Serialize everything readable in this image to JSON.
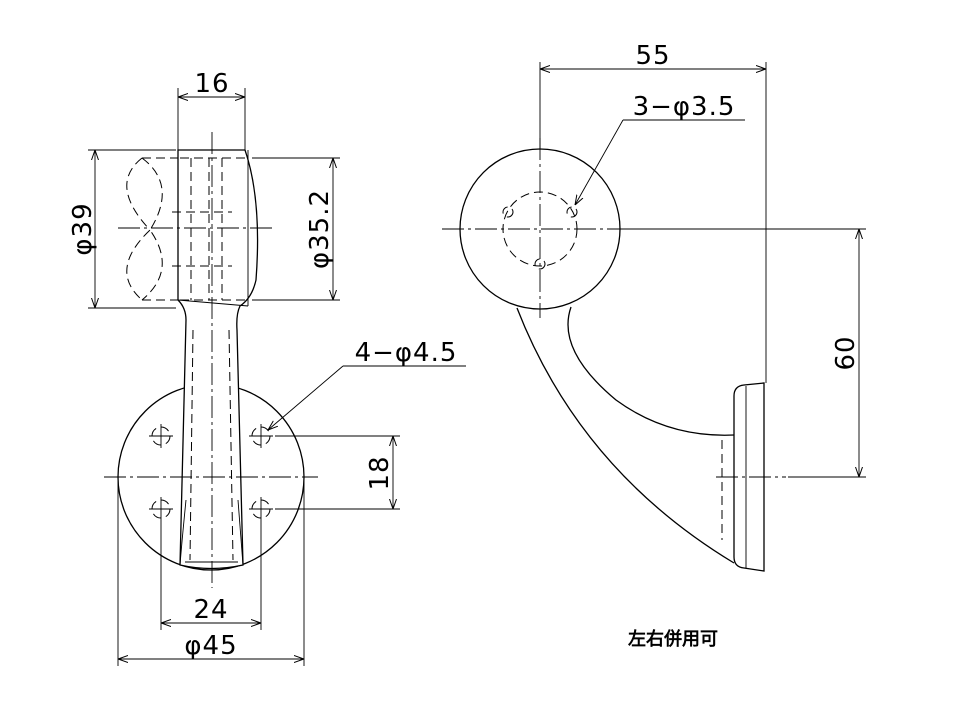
{
  "front_view": {
    "dim_width_top": "16",
    "dim_dia_left": "φ39",
    "dim_dia_right": "φ35.2",
    "dim_holes": "4−φ4.5",
    "dim_hole_vertical": "18",
    "dim_hole_spacing": "24",
    "dim_base_dia": "φ45"
  },
  "side_view": {
    "dim_length": "55",
    "dim_holes": "3−φ3.5",
    "dim_height": "60"
  },
  "note": "左右併用可"
}
